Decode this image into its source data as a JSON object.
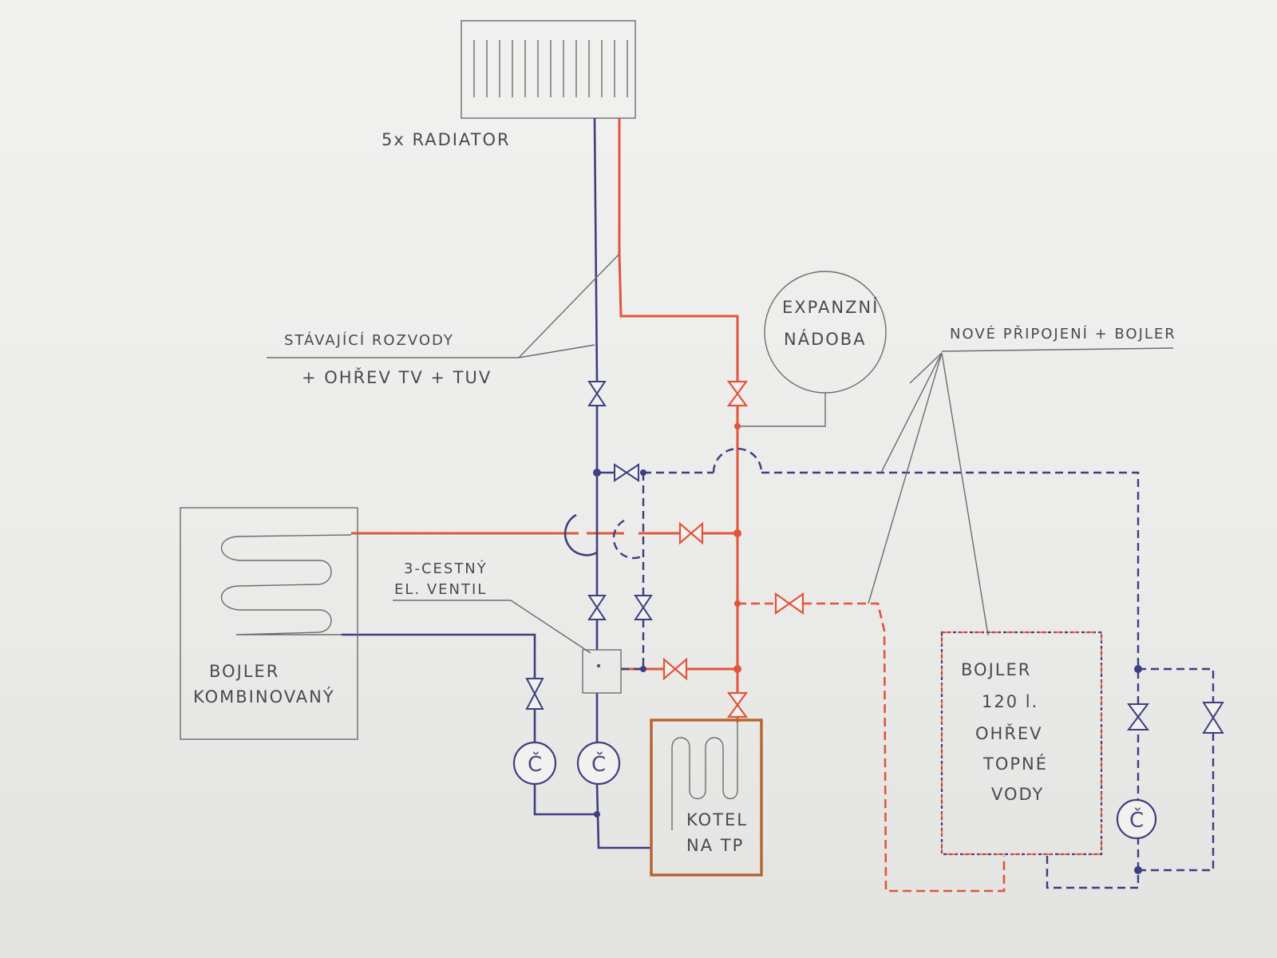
{
  "labels": {
    "radiator": "5x RADIATOR",
    "existing_pipes_line1": "STÁVAJÍCÍ ROZVODY",
    "existing_pipes_line2": "+ OHŘEV TV + TUV",
    "expansion_line1": "EXPANZNÍ",
    "expansion_line2": "NÁDOBA",
    "new_connection": "NOVÉ PŘIPOJENÍ + BOJLER",
    "three_way_line1": "3-CESTNÝ",
    "three_way_line2": "EL. VENTIL",
    "combi_boiler_line1": "BOJLER",
    "combi_boiler_line2": "KOMBINOVANÝ",
    "kotel_line1": "KOTEL",
    "kotel_line2": "NA TP",
    "tank_line1": "BOJLER",
    "tank_line2": "120 l.",
    "tank_line3": "OHŘEV",
    "tank_line4": "TOPNÉ",
    "tank_line5": "VODY",
    "pump_symbol": "Č"
  },
  "colors": {
    "paper": "#efefed",
    "pencil": "#6d6d6d",
    "supply_red": "#e2553a",
    "return_blue": "#3d3f80",
    "boiler_brown": "#b5642a"
  },
  "legend_notes": {
    "solid_lines": "existing pipes",
    "dashed_lines": "new pipes"
  }
}
